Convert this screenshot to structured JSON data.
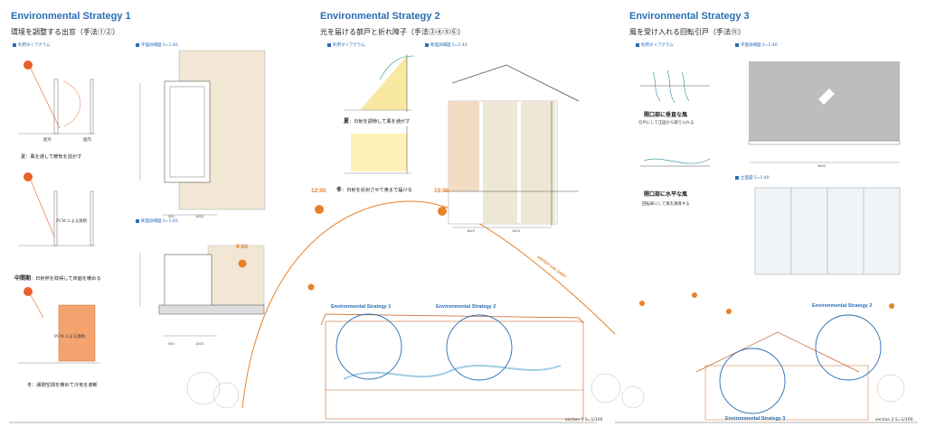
{
  "strategies": [
    {
      "title": "Environmental Strategy 1",
      "subtitle": "環境を調整する出窓（手法①②）"
    },
    {
      "title": "Environmental Strategy 2",
      "subtitle": "光を届ける蔀戸と折れ障子（手法③④⑤⑥）"
    },
    {
      "title": "Environmental Strategy 3",
      "subtitle": "風を受け入れる回転引戸（手法⑪）"
    }
  ],
  "labels": {
    "usage_diagram": "利用ダイアグラム",
    "plan_detail": "平面詳細図 S=1:40",
    "section_detail": "断面詳細図 S=1:40",
    "elevation": "立面図 S=1:40"
  },
  "s1": {
    "outside": "屋外",
    "inside": "屋内",
    "summer": "夏：風を通して暖気を逃がす",
    "pcm1": "PCM による放熱",
    "mid_head": "中間期",
    "mid_text": "：日射熱を取得して床面を暖める",
    "pcm2": "PCM による放熱",
    "winter": "冬：縁側空間を暖めて冷気を遮断"
  },
  "s2": {
    "summer_head": "夏",
    "summer_text": "：日射を調節して風を通がす",
    "winter_head": "冬",
    "winter_text": "：日射を反射させて奥まで届ける"
  },
  "s3": {
    "wind_vertical": "開口部に垂直な風",
    "wind_vertical_sub": "引戸にして正面から取り入れる",
    "wind_horizontal": "開口部に水平な風",
    "wind_horizontal_sub": "回転扉にして風を誘導する"
  },
  "section": {
    "times": [
      "12:00",
      "15:00",
      "9:00"
    ],
    "orbit": "WINTER SUN ORBIT",
    "circle1": "Environmental Strategy 1",
    "circle2": "Environmental Strategy 2",
    "circle3": "Environmental Strategy 3",
    "circle2b": "Environmental Strategy 2",
    "section1": "section 1  S=1/100",
    "section2": "section 2  S=1/100"
  },
  "dims": [
    "500",
    "1000",
    "500",
    "1000",
    "1823",
    "1823",
    "3600"
  ],
  "colors": {
    "accent": "#2a6db5",
    "sun": "#e8812a",
    "wood": "#f2e6d4",
    "pcm": "#f4a36f"
  }
}
